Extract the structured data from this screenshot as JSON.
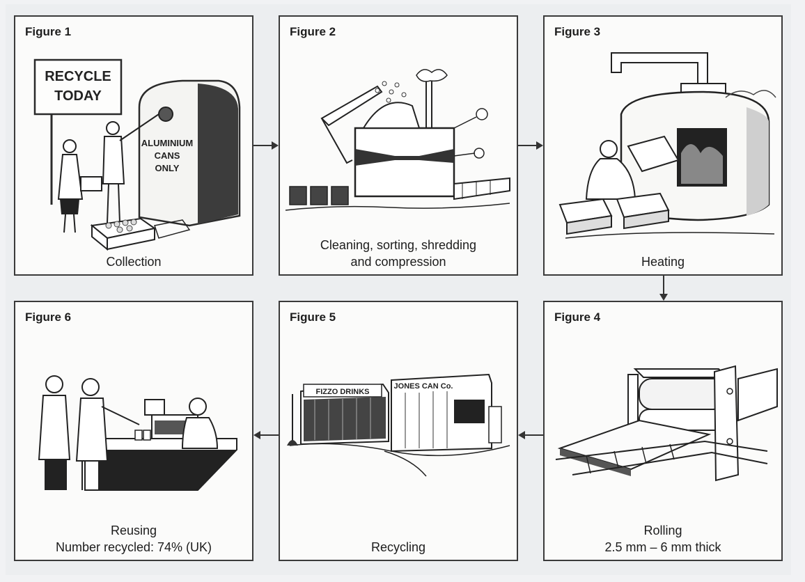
{
  "figures": [
    {
      "id": "1",
      "label": "Figure 1",
      "caption": [
        "Collection"
      ],
      "sign_text": [
        "RECYCLE",
        "TODAY"
      ],
      "bin_text": [
        "ALUMINIUM",
        "CANS",
        "ONLY"
      ]
    },
    {
      "id": "2",
      "label": "Figure 2",
      "caption": [
        "Cleaning, sorting, shredding",
        "and compression"
      ]
    },
    {
      "id": "3",
      "label": "Figure 3",
      "caption": [
        "Heating"
      ]
    },
    {
      "id": "4",
      "label": "Figure 4",
      "caption": [
        "Rolling",
        "2.5 mm – 6 mm thick"
      ]
    },
    {
      "id": "5",
      "label": "Figure 5",
      "caption": [
        "Recycling"
      ],
      "building_signs": [
        "FIZZO DRINKS",
        "JONES CAN Co."
      ]
    },
    {
      "id": "6",
      "label": "Figure 6",
      "caption": [
        "Reusing",
        "Number recycled: 74% (UK)"
      ]
    }
  ],
  "flow": [
    "1",
    "2",
    "3",
    "4",
    "5",
    "6"
  ],
  "colors": {
    "ink": "#2a2a2a",
    "panel": "#fbfbfa",
    "background": "#eceef0"
  }
}
